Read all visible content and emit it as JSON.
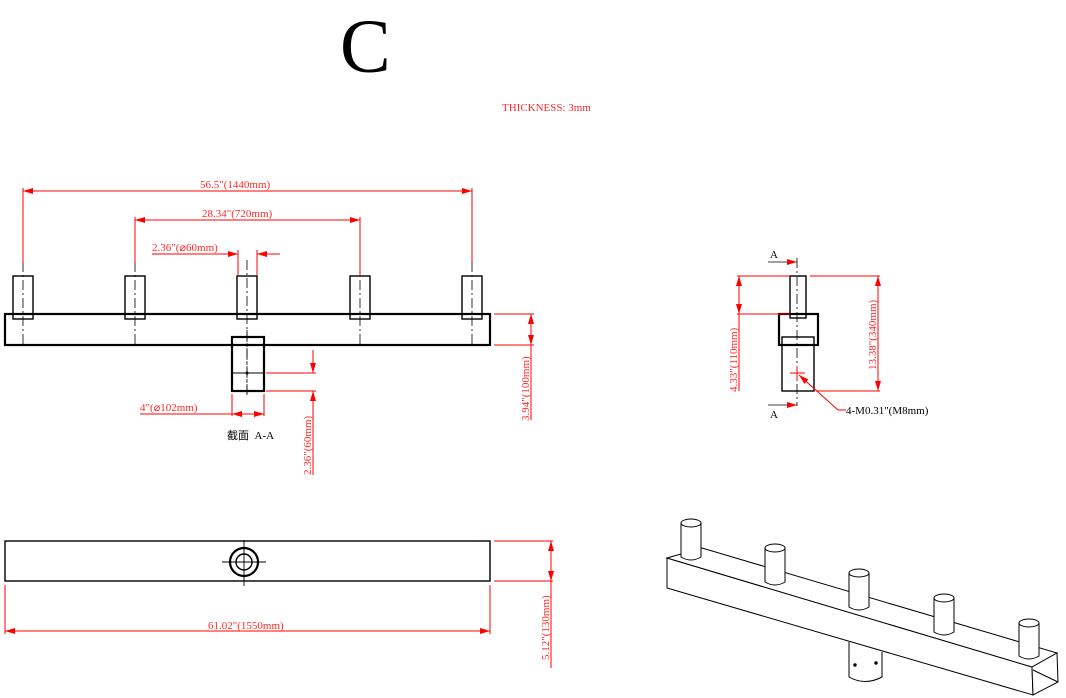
{
  "title": "C",
  "thickness_note": "THICKNESS: 3mm",
  "front_view": {
    "dim_overall_posts": "56.5\"(1440mm)",
    "dim_inner_posts": "28.34\"(720mm)",
    "dim_post_diameter": "2.36\"(⌀60mm)",
    "dim_pipe_diameter": "4\"(⌀102mm)",
    "dim_bar_height": "3.94\"(100mm)",
    "dim_pipe_depth": "2.36\"(60mm)",
    "section_label": "截面  A-A"
  },
  "side_view": {
    "section_mark_top": "A",
    "section_mark_bottom": "A",
    "dim_post_height": "4.33\"(110mm)",
    "dim_total_height": "13.38\"(340mm)",
    "screw_note": "4-M0.31\"(M8mm)"
  },
  "bottom_view": {
    "dim_length": "61.02\"(1550mm)",
    "dim_width": "5.12\"(130mm)"
  },
  "colors": {
    "dimension": "#ff0000",
    "outline": "#000000"
  }
}
